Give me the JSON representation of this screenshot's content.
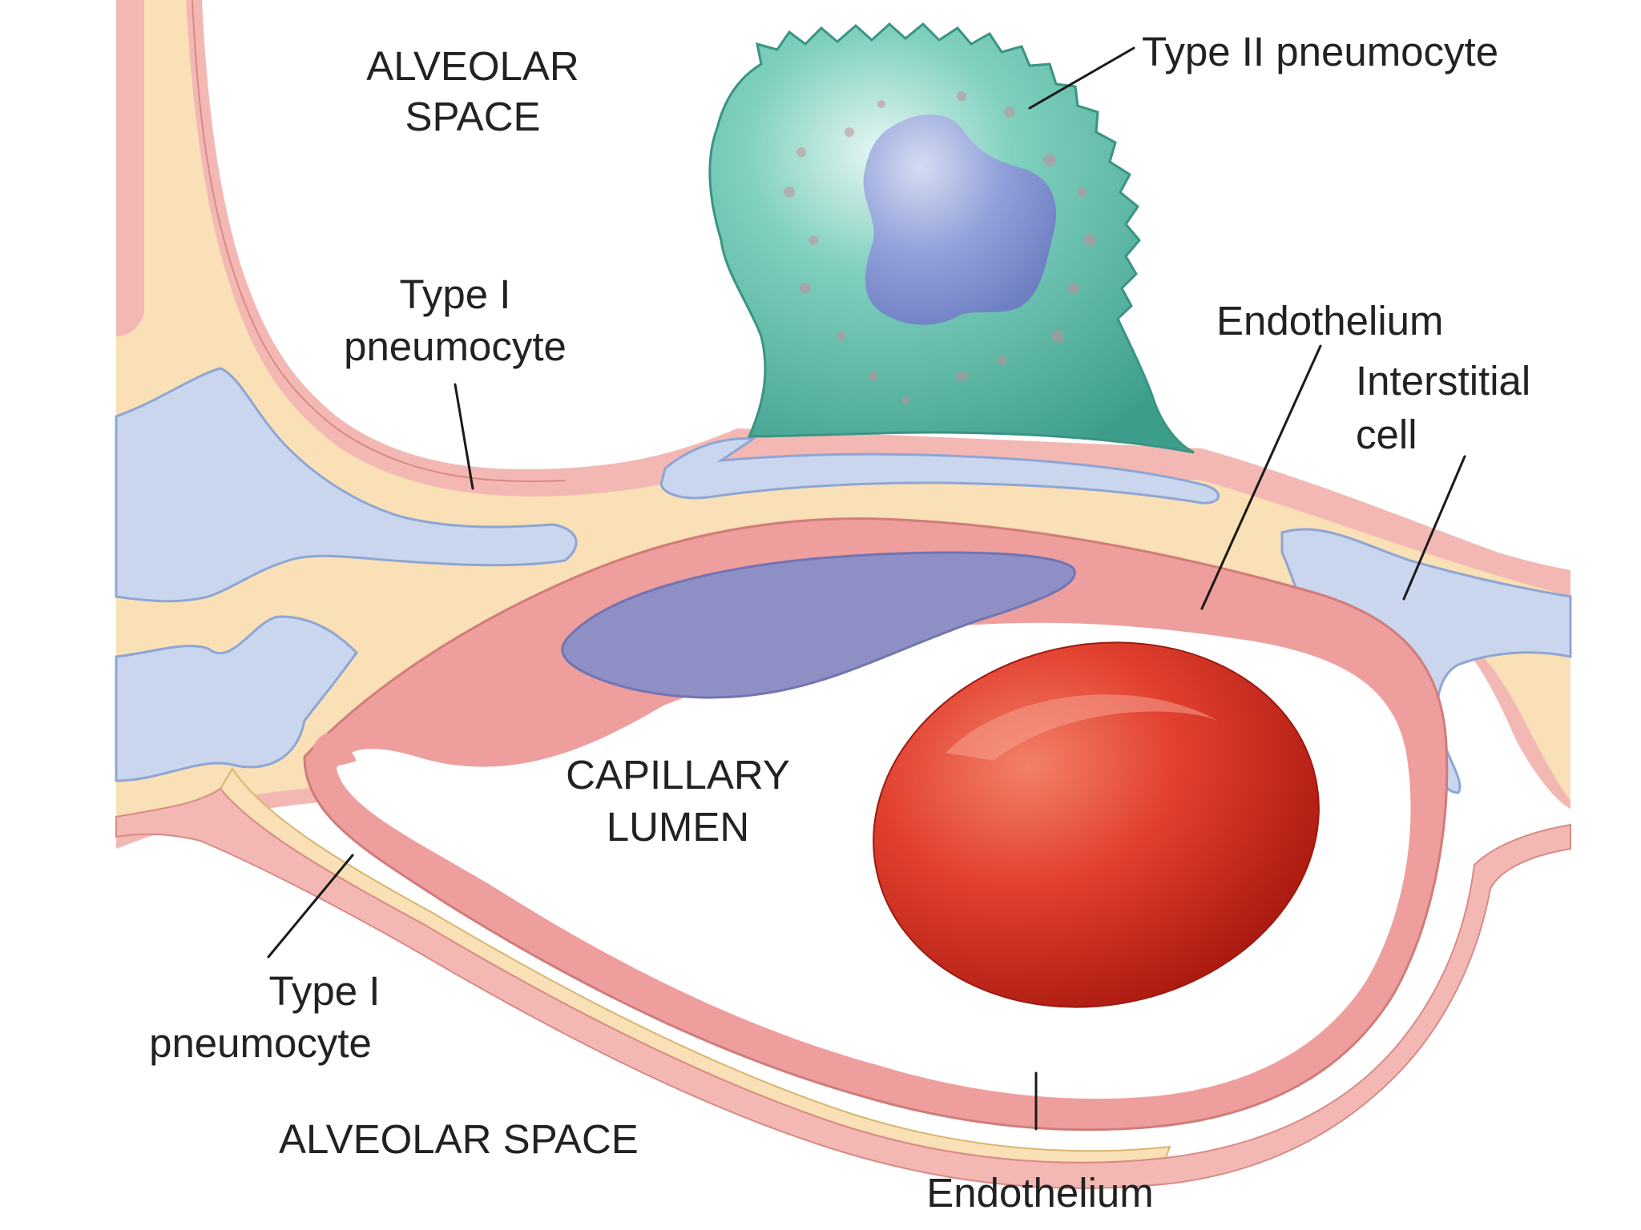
{
  "labels": {
    "alveolar_space_top_line1": "ALVEOLAR",
    "alveolar_space_top_line2": "SPACE",
    "type2_pneumocyte": "Type II pneumocyte",
    "type1_top_line1": "Type I",
    "type1_top_line2": "pneumocyte",
    "endothelium_top": "Endothelium",
    "interstitial_line1": "Interstitial",
    "interstitial_line2": "cell",
    "capillary_line1": "CAPILLARY",
    "capillary_line2": "LUMEN",
    "type1_bottom_line1": "Type I",
    "type1_bottom_line2": "pneumocyte",
    "alveolar_space_bottom": "ALVEOLAR SPACE",
    "endothelium_bottom": "Endothelium"
  },
  "colors": {
    "background": "#ffffff",
    "epithelium_pink": "#f3b8b4",
    "epithelium_edge": "#d98a86",
    "basement_yellow": "#fae0b6",
    "interstitial_blue": "#c9d6ee",
    "interstitial_edge": "#8ea6d4",
    "endothelium_pink": "#ee9e9c",
    "endothelial_nucleus": "#8e8fc4",
    "type2_cell": "#5dbfae",
    "type2_nucleus": "#8898d4",
    "red_blood_cell": "#e23b2c",
    "label_text": "#222222"
  }
}
